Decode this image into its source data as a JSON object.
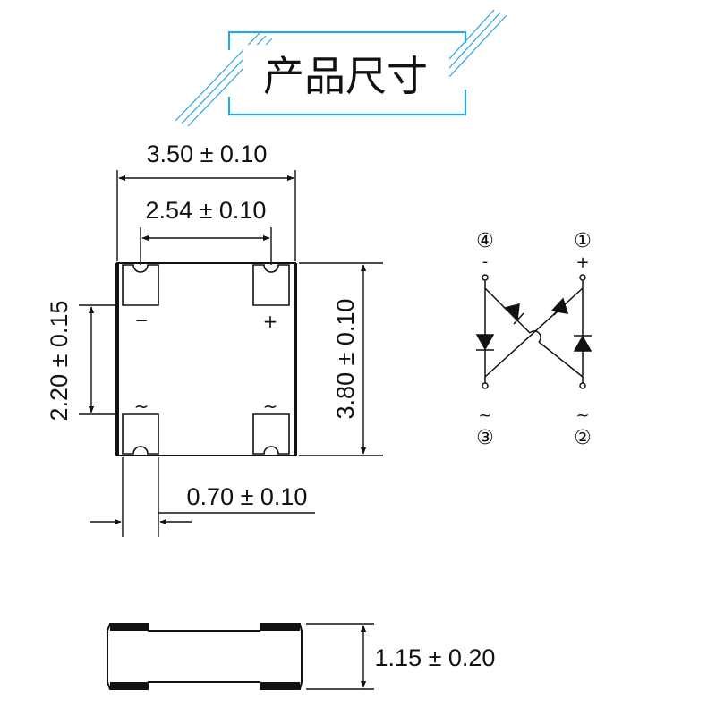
{
  "title": "产品尺寸",
  "top_view": {
    "width_label": "3.50 ± 0.10",
    "pitch_label": "2.54 ± 0.10",
    "height_label": "3.80 ± 0.10",
    "pad_pitch_label": "2.20 ± 0.15",
    "pad_width_label": "0.70 ± 0.10",
    "pad_marks": {
      "minus": "−",
      "plus": "+",
      "ac_left": "~",
      "ac_right": "~"
    }
  },
  "schematic": {
    "pin4": "④",
    "pin1": "①",
    "pin3": "③",
    "pin2": "②",
    "pin4_sign": "-",
    "pin1_sign": "+",
    "pin3_sign": "~",
    "pin2_sign": "~"
  },
  "side_view": {
    "thickness_label": "1.15 ± 0.20"
  },
  "colors": {
    "accent": "#2aa6e0",
    "line": "#111111"
  }
}
